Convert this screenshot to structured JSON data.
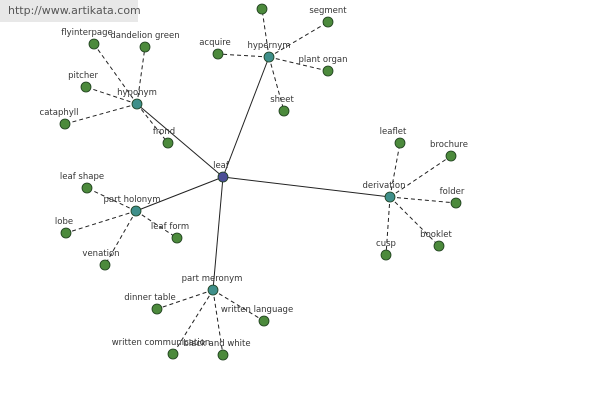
{
  "watermark": "http://www.artikata.com",
  "colors": {
    "center": "#4b4e96",
    "relation": "#3f8f8a",
    "leaf": "#4c8a3c",
    "stroke": "#1d3d1d",
    "edge": "#222222"
  },
  "nodes": {
    "leaf": {
      "label": "leaf",
      "kind": "center"
    },
    "hypernym": {
      "label": "hypernym",
      "kind": "relation"
    },
    "hyponym": {
      "label": "hyponym",
      "kind": "relation"
    },
    "part_holonym": {
      "label": "part holonym",
      "kind": "relation"
    },
    "part_meronym": {
      "label": "part meronym",
      "kind": "relation"
    },
    "derivation": {
      "label": "derivation",
      "kind": "relation"
    },
    "top_a": {
      "label": "",
      "kind": "term"
    },
    "segment": {
      "label": "segment",
      "kind": "term"
    },
    "acquire": {
      "label": "acquire",
      "kind": "term"
    },
    "plant_organ": {
      "label": "plant organ",
      "kind": "term"
    },
    "sheet": {
      "label": "sheet",
      "kind": "term"
    },
    "flyinterpage": {
      "label": "flyinterpage",
      "kind": "term"
    },
    "dandelion_green": {
      "label": "dandelion green",
      "kind": "term"
    },
    "pitcher": {
      "label": "pitcher",
      "kind": "term"
    },
    "cataphyll": {
      "label": "cataphyll",
      "kind": "term"
    },
    "frond": {
      "label": "frond",
      "kind": "term"
    },
    "leaf_shape": {
      "label": "leaf shape",
      "kind": "term"
    },
    "lobe": {
      "label": "lobe",
      "kind": "term"
    },
    "leaf_form": {
      "label": "leaf form",
      "kind": "term"
    },
    "venation": {
      "label": "venation",
      "kind": "term"
    },
    "dinner_table": {
      "label": "dinner table",
      "kind": "term"
    },
    "written_language": {
      "label": "written language",
      "kind": "term"
    },
    "written_comm": {
      "label": "written communication",
      "kind": "term"
    },
    "black_white": {
      "label": "black and white",
      "kind": "term"
    },
    "leaflet": {
      "label": "leaflet",
      "kind": "term"
    },
    "brochure": {
      "label": "brochure",
      "kind": "term"
    },
    "folder": {
      "label": "folder",
      "kind": "term"
    },
    "cusp": {
      "label": "cusp",
      "kind": "term"
    },
    "booklet": {
      "label": "booklet",
      "kind": "term"
    }
  },
  "edges": [
    {
      "from": "leaf",
      "to": "hypernym",
      "style": "solid"
    },
    {
      "from": "leaf",
      "to": "hyponym",
      "style": "solid"
    },
    {
      "from": "leaf",
      "to": "part_holonym",
      "style": "solid"
    },
    {
      "from": "leaf",
      "to": "part_meronym",
      "style": "solid"
    },
    {
      "from": "leaf",
      "to": "derivation",
      "style": "solid"
    },
    {
      "from": "hypernym",
      "to": "top_a",
      "style": "dashed"
    },
    {
      "from": "hypernym",
      "to": "segment",
      "style": "dashed"
    },
    {
      "from": "hypernym",
      "to": "acquire",
      "style": "dashed"
    },
    {
      "from": "hypernym",
      "to": "plant_organ",
      "style": "dashed"
    },
    {
      "from": "hypernym",
      "to": "sheet",
      "style": "dashed"
    },
    {
      "from": "hyponym",
      "to": "flyinterpage",
      "style": "dashed"
    },
    {
      "from": "hyponym",
      "to": "dandelion_green",
      "style": "dashed"
    },
    {
      "from": "hyponym",
      "to": "pitcher",
      "style": "dashed"
    },
    {
      "from": "hyponym",
      "to": "cataphyll",
      "style": "dashed"
    },
    {
      "from": "hyponym",
      "to": "frond",
      "style": "dashed"
    },
    {
      "from": "part_holonym",
      "to": "leaf_shape",
      "style": "dashed"
    },
    {
      "from": "part_holonym",
      "to": "lobe",
      "style": "dashed"
    },
    {
      "from": "part_holonym",
      "to": "leaf_form",
      "style": "dashed"
    },
    {
      "from": "part_holonym",
      "to": "venation",
      "style": "dashed"
    },
    {
      "from": "part_meronym",
      "to": "dinner_table",
      "style": "dashed"
    },
    {
      "from": "part_meronym",
      "to": "written_language",
      "style": "dashed"
    },
    {
      "from": "part_meronym",
      "to": "written_comm",
      "style": "dashed"
    },
    {
      "from": "part_meronym",
      "to": "black_white",
      "style": "dashed"
    },
    {
      "from": "derivation",
      "to": "leaflet",
      "style": "dashed"
    },
    {
      "from": "derivation",
      "to": "brochure",
      "style": "dashed"
    },
    {
      "from": "derivation",
      "to": "folder",
      "style": "dashed"
    },
    {
      "from": "derivation",
      "to": "cusp",
      "style": "dashed"
    },
    {
      "from": "derivation",
      "to": "booklet",
      "style": "dashed"
    }
  ]
}
